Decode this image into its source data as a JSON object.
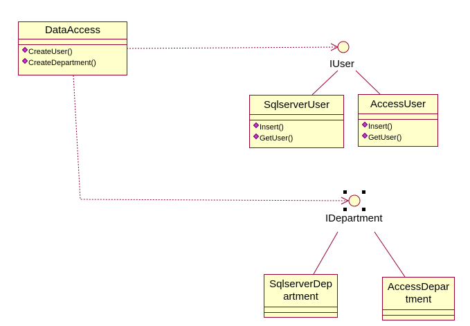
{
  "classes": {
    "data_access": {
      "name": "DataAccess",
      "operations": [
        "CreateUser()",
        "CreateDepartment()"
      ]
    },
    "sqlserver_user": {
      "name": "SqlserverUser",
      "operations": [
        "Insert()",
        "GetUser()"
      ]
    },
    "access_user": {
      "name": "AccessUser",
      "operations": [
        "Insert()",
        "GetUser()"
      ]
    },
    "sqlserver_department": {
      "name_line1": "SqlserverDep",
      "name_line2": "artment"
    },
    "access_department": {
      "name_line1": "AccessDepar",
      "name_line2": "tment"
    }
  },
  "interfaces": {
    "iuser": {
      "name": "IUser"
    },
    "idepartment": {
      "name": "IDepartment"
    }
  },
  "colors": {
    "class_fill": "#ffffcc",
    "class_border": "#990033",
    "operation_marker": "#cc33cc",
    "dependency_line": "#990033"
  }
}
